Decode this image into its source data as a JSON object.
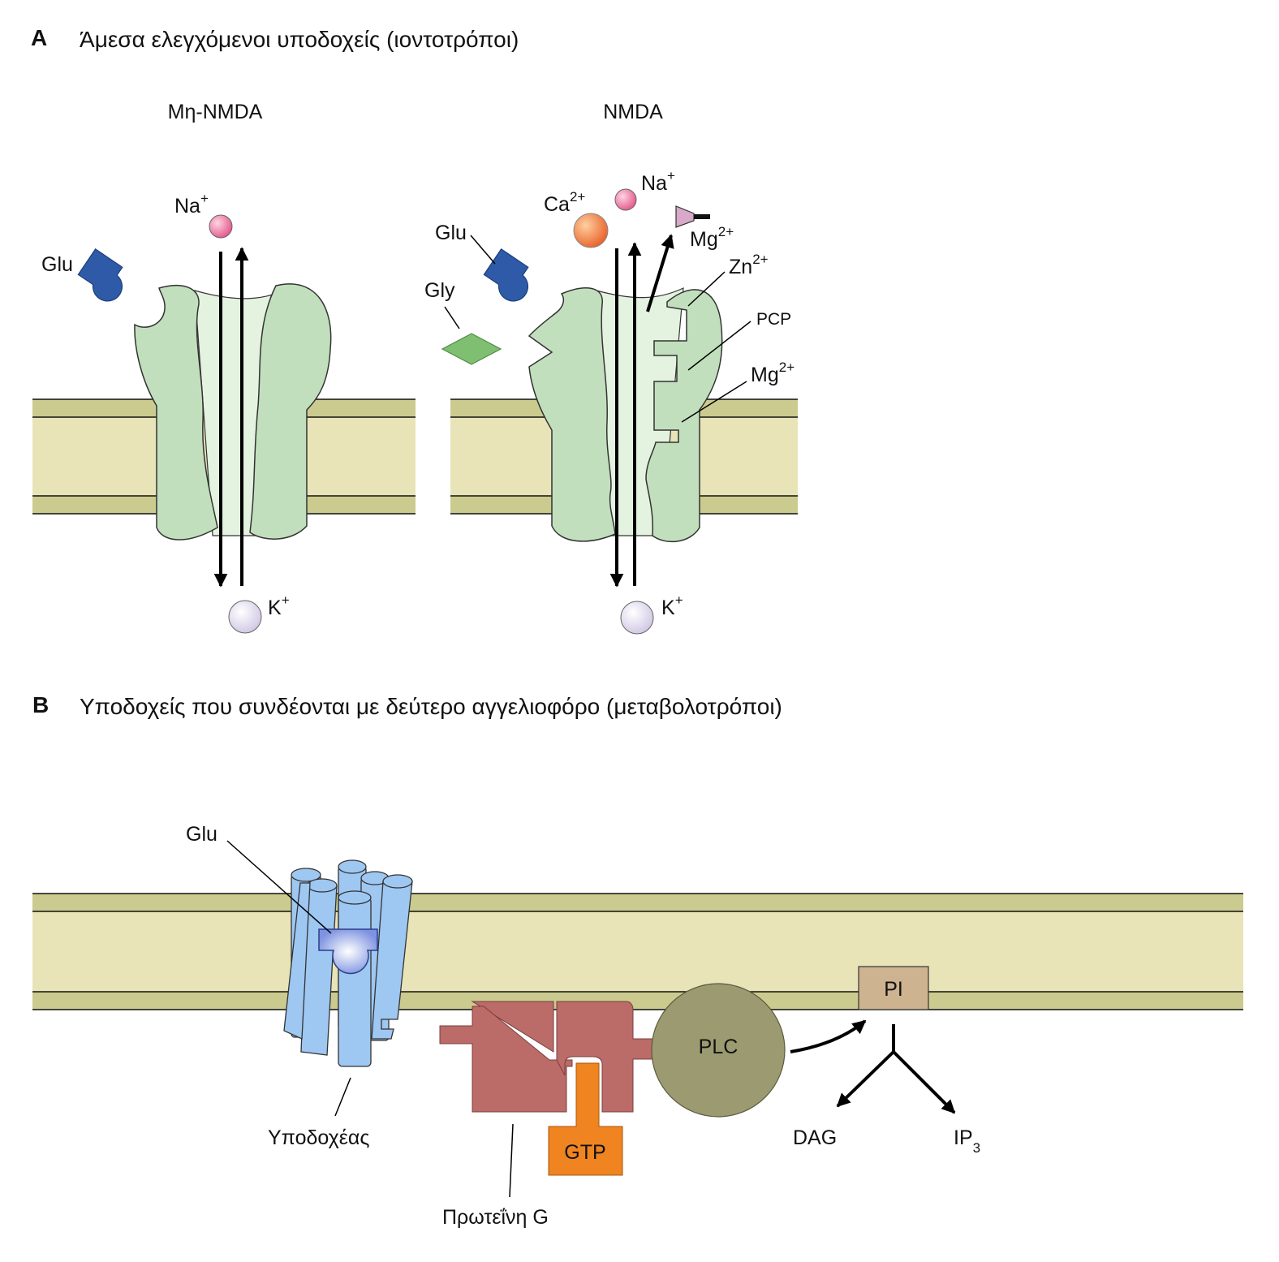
{
  "panel_a": {
    "letter": "A",
    "title": "Άμεσα ελεγχόμενοι υποδοχείς (ιοντοτρόποι)",
    "non_nmda": {
      "title": "Μη-NMDA",
      "glu": "Glu",
      "na": "Na",
      "na_charge": "+",
      "k": "K",
      "k_charge": "+"
    },
    "nmda": {
      "title": "NMDA",
      "glu": "Glu",
      "gly": "Gly",
      "ca": "Ca",
      "ca_charge": "2+",
      "na": "Na",
      "na_charge": "+",
      "mg_out": "Mg",
      "mg_out_charge": "2+",
      "zn": "Zn",
      "zn_charge": "2+",
      "pcp": "PCP",
      "mg_in": "Mg",
      "mg_in_charge": "2+",
      "k": "K",
      "k_charge": "+"
    }
  },
  "panel_b": {
    "letter": "B",
    "title": "Υποδοχείς που συνδέονται με δεύτερο αγγελιοφόρο (μεταβολοτρόποι)",
    "glu": "Glu",
    "receptor": "Υποδοχέας",
    "g_protein": "Πρωτεΐνη G",
    "gtp": "GTP",
    "plc": "PLC",
    "pi": "PI",
    "dag": "DAG",
    "ip": "IP",
    "ip_subscript": "3"
  },
  "colors": {
    "membrane_outer": "#cbcb8f",
    "membrane_inner": "#e8e4b8",
    "channel": "#c2dfbd",
    "channel_pore": "#e4f2e0",
    "glutamate": "#2e5aa8",
    "glycine": "#7fbf72",
    "sodium": "#e2588a",
    "calcium": "#e8622a",
    "potassium": "#d6cde9",
    "receptor": "#9ec7f1",
    "g_protein": "#bb6b68",
    "gtp": "#ef8420",
    "plc": "#9c9a70",
    "pi": "#cdb38f"
  }
}
